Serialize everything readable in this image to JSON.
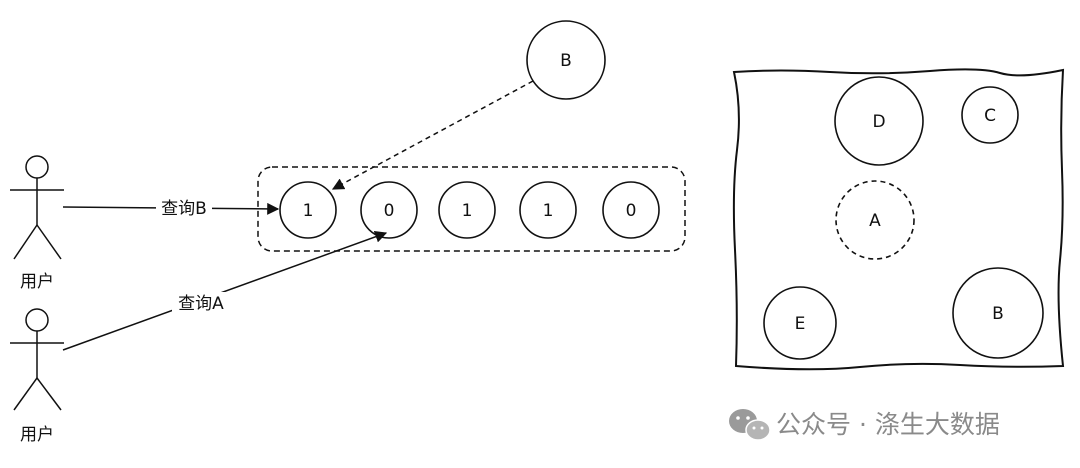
{
  "users": [
    {
      "label": "用户",
      "query": "查询B"
    },
    {
      "label": "用户",
      "query": "查询A"
    }
  ],
  "bits": [
    "1",
    "0",
    "1",
    "1",
    "0"
  ],
  "incoming_node": "B",
  "storage": {
    "nodes": [
      {
        "label": "D",
        "absent": false
      },
      {
        "label": "C",
        "absent": false
      },
      {
        "label": "A",
        "absent": true
      },
      {
        "label": "E",
        "absent": false
      },
      {
        "label": "B",
        "absent": false
      }
    ]
  },
  "watermark": {
    "text": "公众号 · 涤生大数据"
  }
}
